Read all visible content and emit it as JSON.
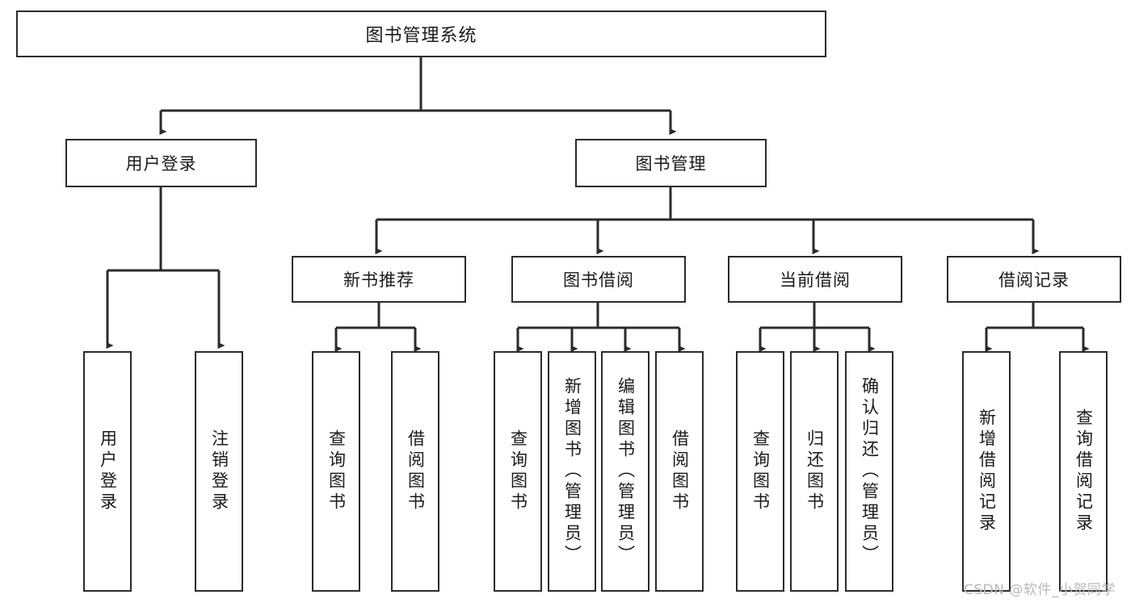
{
  "diagram": {
    "type": "tree-hierarchy",
    "title": "图书管理系统",
    "orientation": "top-down",
    "colors": {
      "box_border": "#2b2b2b",
      "box_fill": "#ffffff",
      "connector": "#2b2b2b",
      "background": "#ffffff",
      "watermark": "#b9b9b9"
    }
  },
  "root": {
    "label": "图书管理系统"
  },
  "level2": [
    {
      "id": "user-login",
      "label": "用户登录"
    },
    {
      "id": "book-manage",
      "label": "图书管理"
    }
  ],
  "level3": [
    {
      "id": "new-book-recommend",
      "label": "新书推荐",
      "parent": "book-manage"
    },
    {
      "id": "book-borrow",
      "label": "图书借阅",
      "parent": "book-manage"
    },
    {
      "id": "current-borrow",
      "label": "当前借阅",
      "parent": "book-manage"
    },
    {
      "id": "borrow-record",
      "label": "借阅记录",
      "parent": "book-manage"
    }
  ],
  "leaves": {
    "user_login": [
      {
        "id": "leaf-user-login",
        "label": "用户登录"
      },
      {
        "id": "leaf-logout",
        "label": "注销登录"
      }
    ],
    "new_book_recommend": [
      {
        "id": "leaf-query-book-1",
        "label": "查询图书"
      },
      {
        "id": "leaf-borrow-book-1",
        "label": "借阅图书"
      }
    ],
    "book_borrow": [
      {
        "id": "leaf-query-book-2",
        "label": "查询图书"
      },
      {
        "id": "leaf-add-book",
        "label": "新增图书（管理员）"
      },
      {
        "id": "leaf-edit-book",
        "label": "编辑图书（管理员）"
      },
      {
        "id": "leaf-borrow-book-2",
        "label": "借阅图书"
      }
    ],
    "current_borrow": [
      {
        "id": "leaf-query-book-3",
        "label": "查询图书"
      },
      {
        "id": "leaf-return-book",
        "label": "归还图书"
      },
      {
        "id": "leaf-confirm-return",
        "label": "确认归还（管理员）"
      }
    ],
    "borrow_record": [
      {
        "id": "leaf-add-record",
        "label": "新增借阅记录"
      },
      {
        "id": "leaf-query-record",
        "label": "查询借阅记录"
      }
    ]
  },
  "watermark": {
    "text": "CSDN @软件_小贺同学"
  }
}
